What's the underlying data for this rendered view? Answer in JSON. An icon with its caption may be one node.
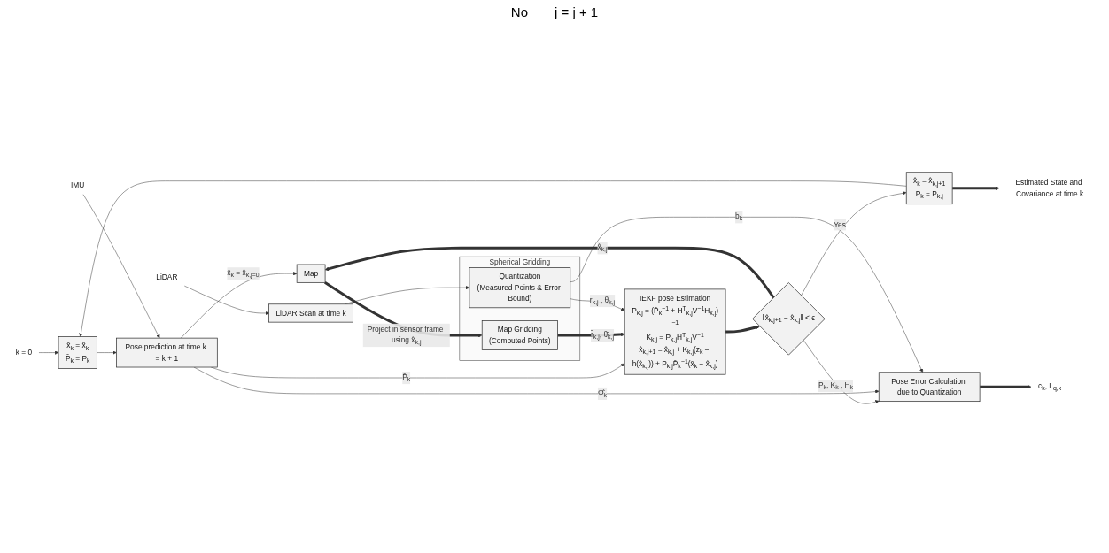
{
  "diagram": {
    "nodes": [
      {
        "text": [
          "k = 0"
        ]
      },
      {
        "text": [
          "x̄$_{k}$ = x̂$_{k}$",
          "P̄$_{k}$ = P$_{k}$"
        ]
      },
      {
        "text": [
          "Pose prediction at time k = k + 1"
        ]
      },
      {
        "text": [
          "IMU"
        ]
      },
      {
        "text": [
          "LiDAR"
        ]
      },
      {
        "text": [
          "LiDAR Scan at time k"
        ]
      },
      {
        "text": [
          "Spherical Gridding"
        ]
      },
      {
        "text": [
          "Quantization",
          "(Measured Points & Error Bound)"
        ],
        "in": 6
      },
      {
        "text": [
          "Map Gridding",
          "(Computed Points)"
        ],
        "in": 6
      },
      {
        "text": [
          "Map"
        ]
      },
      {
        "text": [
          "IEKF pose Estimation",
          "P$_{k,j}$ = (P̄$_{k}$$^{−1}$ + H$^{T}$$_{k,j}$V$^{−1}$H$_{k,j}$)$^{−1}$",
          "K$_{k,j}$ = P$_{k,j}$H$^{T}$$_{k,j}$V$^{−1}$",
          "x̂$_{k,j+1}$ = x̂$_{k,j}$ + K$_{k,j}$(z$_{k}$ − h(x̂$_{k,j}$)) + P$_{k,j}$P̄$_{k}$$^{−1}$(x̄$_{k}$ − x̂$_{k,j}$)"
        ]
      },
      {
        "text": [
          "‖x̂$_{k,j+1}$ − x̂$_{k,j}$‖ < ϵ"
        ]
      },
      {
        "text": [
          "x̂$_{k}$ = x̂$_{k,j+1}$",
          "P$_{k}$ = P$_{k,j}$"
        ]
      },
      {
        "text": [
          "Estimated State and Covariance at time k"
        ]
      },
      {
        "text": [
          "Pose Error Calculation due to Quantization"
        ]
      },
      {
        "text": [
          "c$_{k}$, L$_{q,k}$"
        ]
      }
    ],
    "edges": [
      {
        "from": 0,
        "to": 1,
        "arrow": "to"
      },
      {
        "from": 1,
        "to": 2,
        "arrow": "to"
      },
      {
        "from": 3,
        "to": 2,
        "arrow": "to"
      },
      {
        "from": 2,
        "to": 9,
        "label": "x̄$_{k}$ = x̂$_{k,j=0}$",
        "arrow": "to"
      },
      {
        "from": 4,
        "to": 5,
        "arrow": "to"
      },
      {
        "from": 5,
        "to": 7,
        "arrow": "to"
      },
      {
        "from": 9,
        "to": 8,
        "label": "Project in sensor frame using x̂$_{k,j}$",
        "arrow": "to",
        "style": "thick"
      },
      {
        "from": 11,
        "to": 9,
        "label": "x̂$_{k,j}$",
        "arrow": "to",
        "style": "thick"
      },
      {
        "from": 2,
        "to": 10,
        "label": "P̄$_{k}$",
        "arrow": "to"
      },
      {
        "from": 10,
        "to": 11,
        "arrow": "to",
        "style": "thick"
      },
      {
        "from": 11,
        "to": 12,
        "label": "Yes",
        "arrow": "to"
      },
      {
        "from": 11,
        "to": 14,
        "label": "P$_{k}$, K$_{k}$ , H$_{k}$",
        "arrow": "to"
      },
      {
        "from": 2,
        "to": 14,
        "label": "Φ̂$_{k}$",
        "arrow": "to"
      },
      {
        "from": 12,
        "to": 1,
        "arrow": "to"
      },
      {
        "from": 12,
        "to": 13,
        "arrow": "to",
        "style": "thick"
      },
      {
        "from": 8,
        "to": 10,
        "label": "r̄$_{k,j}$, θ̄$_{k,j}$",
        "arrow": "to",
        "style": "thick"
      },
      {
        "from": 7,
        "to": 10,
        "label": "r$_{k,j}$ , θ$_{k,j}$",
        "arrow": "to"
      },
      {
        "from": 7,
        "to": 14,
        "label": "b$_{k}$",
        "arrow": "to"
      },
      {
        "from": 14,
        "to": 15,
        "arrow": "to",
        "style": "thick"
      }
    ],
    "labels": [
      "No",
      "j = j + 1"
    ]
  }
}
